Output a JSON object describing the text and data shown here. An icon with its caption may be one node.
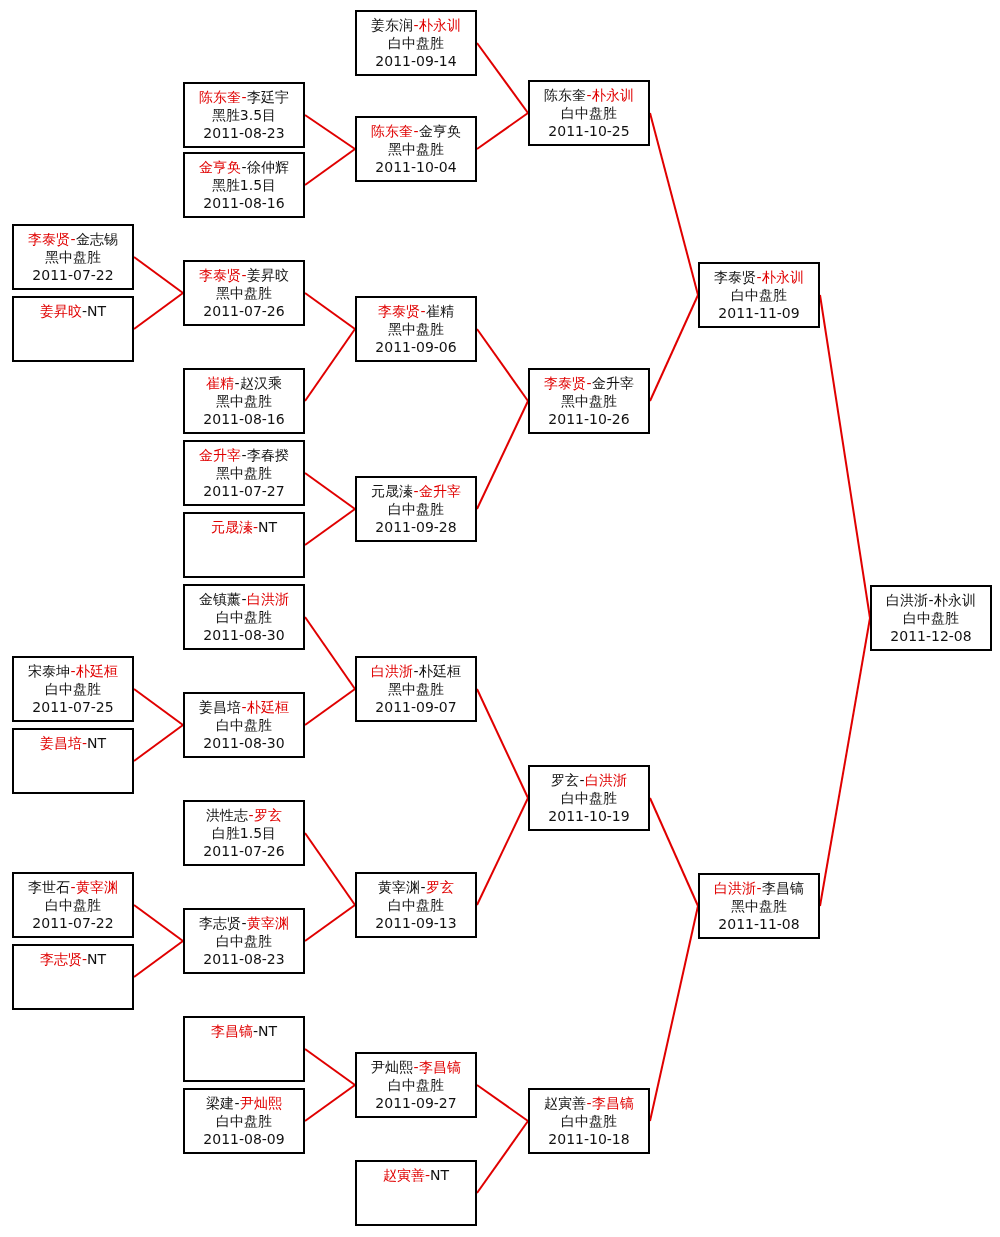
{
  "diagram": {
    "nodes": [
      {
        "text": [
          "姜东润-朴永训",
          "白中盘胜",
          "2011-09-14"
        ]
      },
      {
        "text": [
          "陈东奎-朴永训",
          "白中盘胜",
          "2011-10-25"
        ]
      },
      {
        "text": [
          "陈东奎-李廷宇",
          "黑胜3.5目",
          "2011-08-23"
        ]
      },
      {
        "text": [
          "陈东奎-金亨奂",
          "黑中盘胜",
          "2011-10-04"
        ]
      },
      {
        "text": [
          "金亨奂-徐仲辉",
          "黑胜1.5目",
          "2011-08-16"
        ]
      },
      {
        "text": [
          "李泰贤-金志锡",
          "黑中盘胜",
          "2011-07-22"
        ]
      },
      {
        "text": [
          "李泰贤-姜昇旼",
          "黑中盘胜",
          "2011-07-26"
        ]
      },
      {
        "text": [
          "李泰贤-朴永训",
          "白中盘胜",
          "2011-11-09"
        ]
      },
      {
        "text": [
          "姜昇旼-NT"
        ]
      },
      {
        "text": [
          "李泰贤-崔精",
          "黑中盘胜",
          "2011-09-06"
        ]
      },
      {
        "text": [
          "崔精-赵汉乘",
          "黑中盘胜",
          "2011-08-16"
        ]
      },
      {
        "text": [
          "李泰贤-金升宰",
          "黑中盘胜",
          "2011-10-26"
        ]
      },
      {
        "text": [
          "金升宰-李春揆",
          "黑中盘胜",
          "2011-07-27"
        ]
      },
      {
        "text": [
          "元晟溱-金升宰",
          "白中盘胜",
          "2011-09-28"
        ]
      },
      {
        "text": [
          "元晟溱-NT"
        ]
      },
      {
        "text": [
          "金镇薰-白洪浙",
          "白中盘胜",
          "2011-08-30"
        ]
      },
      {
        "text": [
          "白洪浙-朴永训",
          "白中盘胜",
          "2011-12-08"
        ]
      },
      {
        "text": [
          "宋泰坤-朴廷桓",
          "白中盘胜",
          "2011-07-25"
        ]
      },
      {
        "text": [
          "白洪浙-朴廷桓",
          "黑中盘胜",
          "2011-09-07"
        ]
      },
      {
        "text": [
          "姜昌培-朴廷桓",
          "白中盘胜",
          "2011-08-30"
        ]
      },
      {
        "text": [
          "姜昌培-NT"
        ]
      },
      {
        "text": [
          "罗玄-白洪浙",
          "白中盘胜",
          "2011-10-19"
        ]
      },
      {
        "text": [
          "洪性志-罗玄",
          "白胜1.5目",
          "2011-07-26"
        ]
      },
      {
        "text": [
          "李世石-黄宰渊",
          "白中盘胜",
          "2011-07-22"
        ]
      },
      {
        "text": [
          "白洪浙-李昌镐",
          "黑中盘胜",
          "2011-11-08"
        ]
      },
      {
        "text": [
          "黄宰渊-罗玄",
          "白中盘胜",
          "2011-09-13"
        ]
      },
      {
        "text": [
          "李志贤-黄宰渊",
          "白中盘胜",
          "2011-08-23"
        ]
      },
      {
        "text": [
          "李志贤-NT"
        ]
      },
      {
        "text": [
          "李昌镐-NT"
        ]
      },
      {
        "text": [
          "尹灿熙-李昌镐",
          "白中盘胜",
          "2011-09-27"
        ]
      },
      {
        "text": [
          "梁建-尹灿熙",
          "白中盘胜",
          "2011-08-09"
        ]
      },
      {
        "text": [
          "赵寅善-李昌镐",
          "白中盘胜",
          "2011-10-18"
        ]
      },
      {
        "text": [
          "赵寅善-NT"
        ]
      }
    ],
    "edges": [
      {
        "from": 16,
        "to": 7,
        "arrow": "none"
      },
      {
        "from": 16,
        "to": 24,
        "arrow": "none"
      },
      {
        "from": 7,
        "to": 1,
        "arrow": "none"
      },
      {
        "from": 7,
        "to": 11,
        "arrow": "none"
      },
      {
        "from": 24,
        "to": 21,
        "arrow": "none"
      },
      {
        "from": 24,
        "to": 31,
        "arrow": "none"
      },
      {
        "from": 1,
        "to": 0,
        "arrow": "none"
      },
      {
        "from": 1,
        "to": 3,
        "arrow": "none"
      },
      {
        "from": 11,
        "to": 9,
        "arrow": "none"
      },
      {
        "from": 11,
        "to": 13,
        "arrow": "none"
      },
      {
        "from": 21,
        "to": 18,
        "arrow": "none"
      },
      {
        "from": 21,
        "to": 25,
        "arrow": "none"
      },
      {
        "from": 31,
        "to": 29,
        "arrow": "none"
      },
      {
        "from": 31,
        "to": 32,
        "arrow": "none"
      },
      {
        "from": 3,
        "to": 2,
        "arrow": "none"
      },
      {
        "from": 3,
        "to": 4,
        "arrow": "none"
      },
      {
        "from": 9,
        "to": 6,
        "arrow": "none"
      },
      {
        "from": 9,
        "to": 10,
        "arrow": "none"
      },
      {
        "from": 13,
        "to": 12,
        "arrow": "none"
      },
      {
        "from": 13,
        "to": 14,
        "arrow": "none"
      },
      {
        "from": 18,
        "to": 15,
        "arrow": "none"
      },
      {
        "from": 18,
        "to": 19,
        "arrow": "none"
      },
      {
        "from": 25,
        "to": 22,
        "arrow": "none"
      },
      {
        "from": 25,
        "to": 26,
        "arrow": "none"
      },
      {
        "from": 29,
        "to": 28,
        "arrow": "none"
      },
      {
        "from": 29,
        "to": 30,
        "arrow": "none"
      },
      {
        "from": 6,
        "to": 5,
        "arrow": "none"
      },
      {
        "from": 6,
        "to": 8,
        "arrow": "none"
      },
      {
        "from": 19,
        "to": 17,
        "arrow": "none"
      },
      {
        "from": 19,
        "to": 20,
        "arrow": "none"
      },
      {
        "from": 26,
        "to": 23,
        "arrow": "none"
      },
      {
        "from": 26,
        "to": 27,
        "arrow": "none"
      }
    ]
  }
}
